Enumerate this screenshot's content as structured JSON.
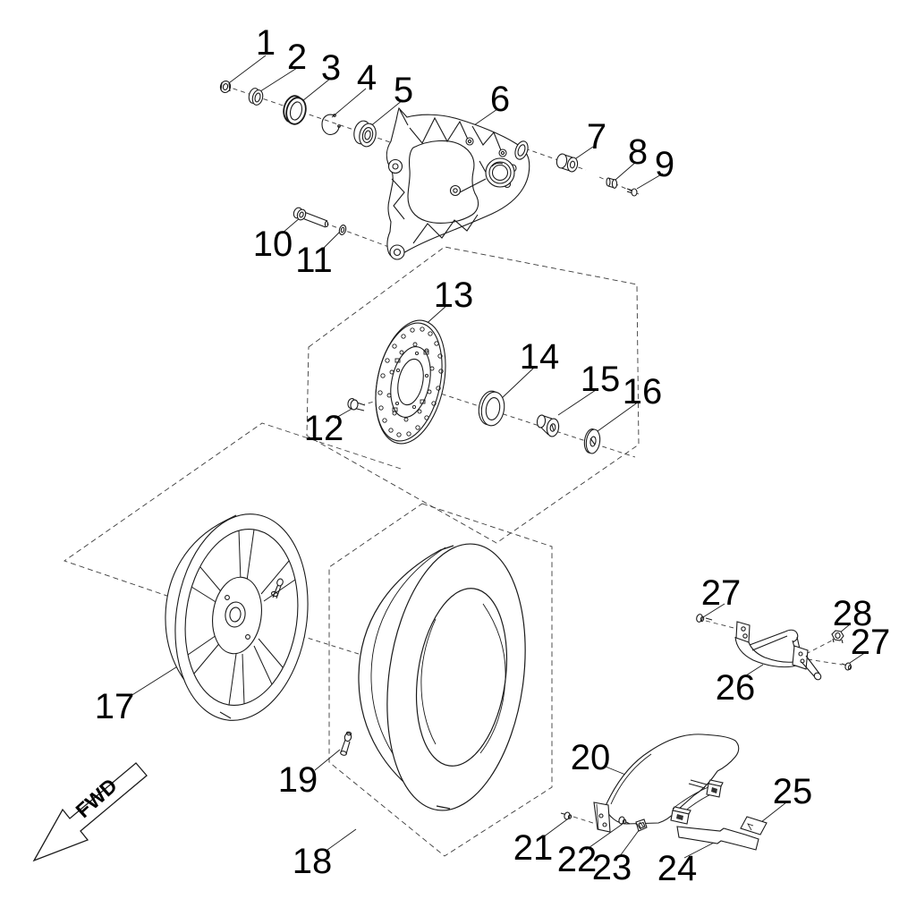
{
  "figure": {
    "type": "exploded-parts-diagram",
    "colors": {
      "line": "#1a1a1a",
      "dashed": "#3a3a3a",
      "background": "#ffffff",
      "label": "#000000"
    }
  },
  "fwd": {
    "label": "FWD"
  },
  "callouts": {
    "c1": {
      "label": "1"
    },
    "c2": {
      "label": "2"
    },
    "c3": {
      "label": "3"
    },
    "c4": {
      "label": "4"
    },
    "c5": {
      "label": "5"
    },
    "c6": {
      "label": "6"
    },
    "c7": {
      "label": "7"
    },
    "c8": {
      "label": "8"
    },
    "c9": {
      "label": "9"
    },
    "c10": {
      "label": "10"
    },
    "c11": {
      "label": "11"
    },
    "c12": {
      "label": "12"
    },
    "c13": {
      "label": "13"
    },
    "c14": {
      "label": "14"
    },
    "c15": {
      "label": "15"
    },
    "c16": {
      "label": "16"
    },
    "c17": {
      "label": "17"
    },
    "c18": {
      "label": "18"
    },
    "c19": {
      "label": "19"
    },
    "c20": {
      "label": "20"
    },
    "c21": {
      "label": "21"
    },
    "c22": {
      "label": "22"
    },
    "c23": {
      "label": "23"
    },
    "c24": {
      "label": "24"
    },
    "c25": {
      "label": "25"
    },
    "c26": {
      "label": "26"
    },
    "c27": {
      "label": "27"
    },
    "c28": {
      "label": "28"
    }
  }
}
